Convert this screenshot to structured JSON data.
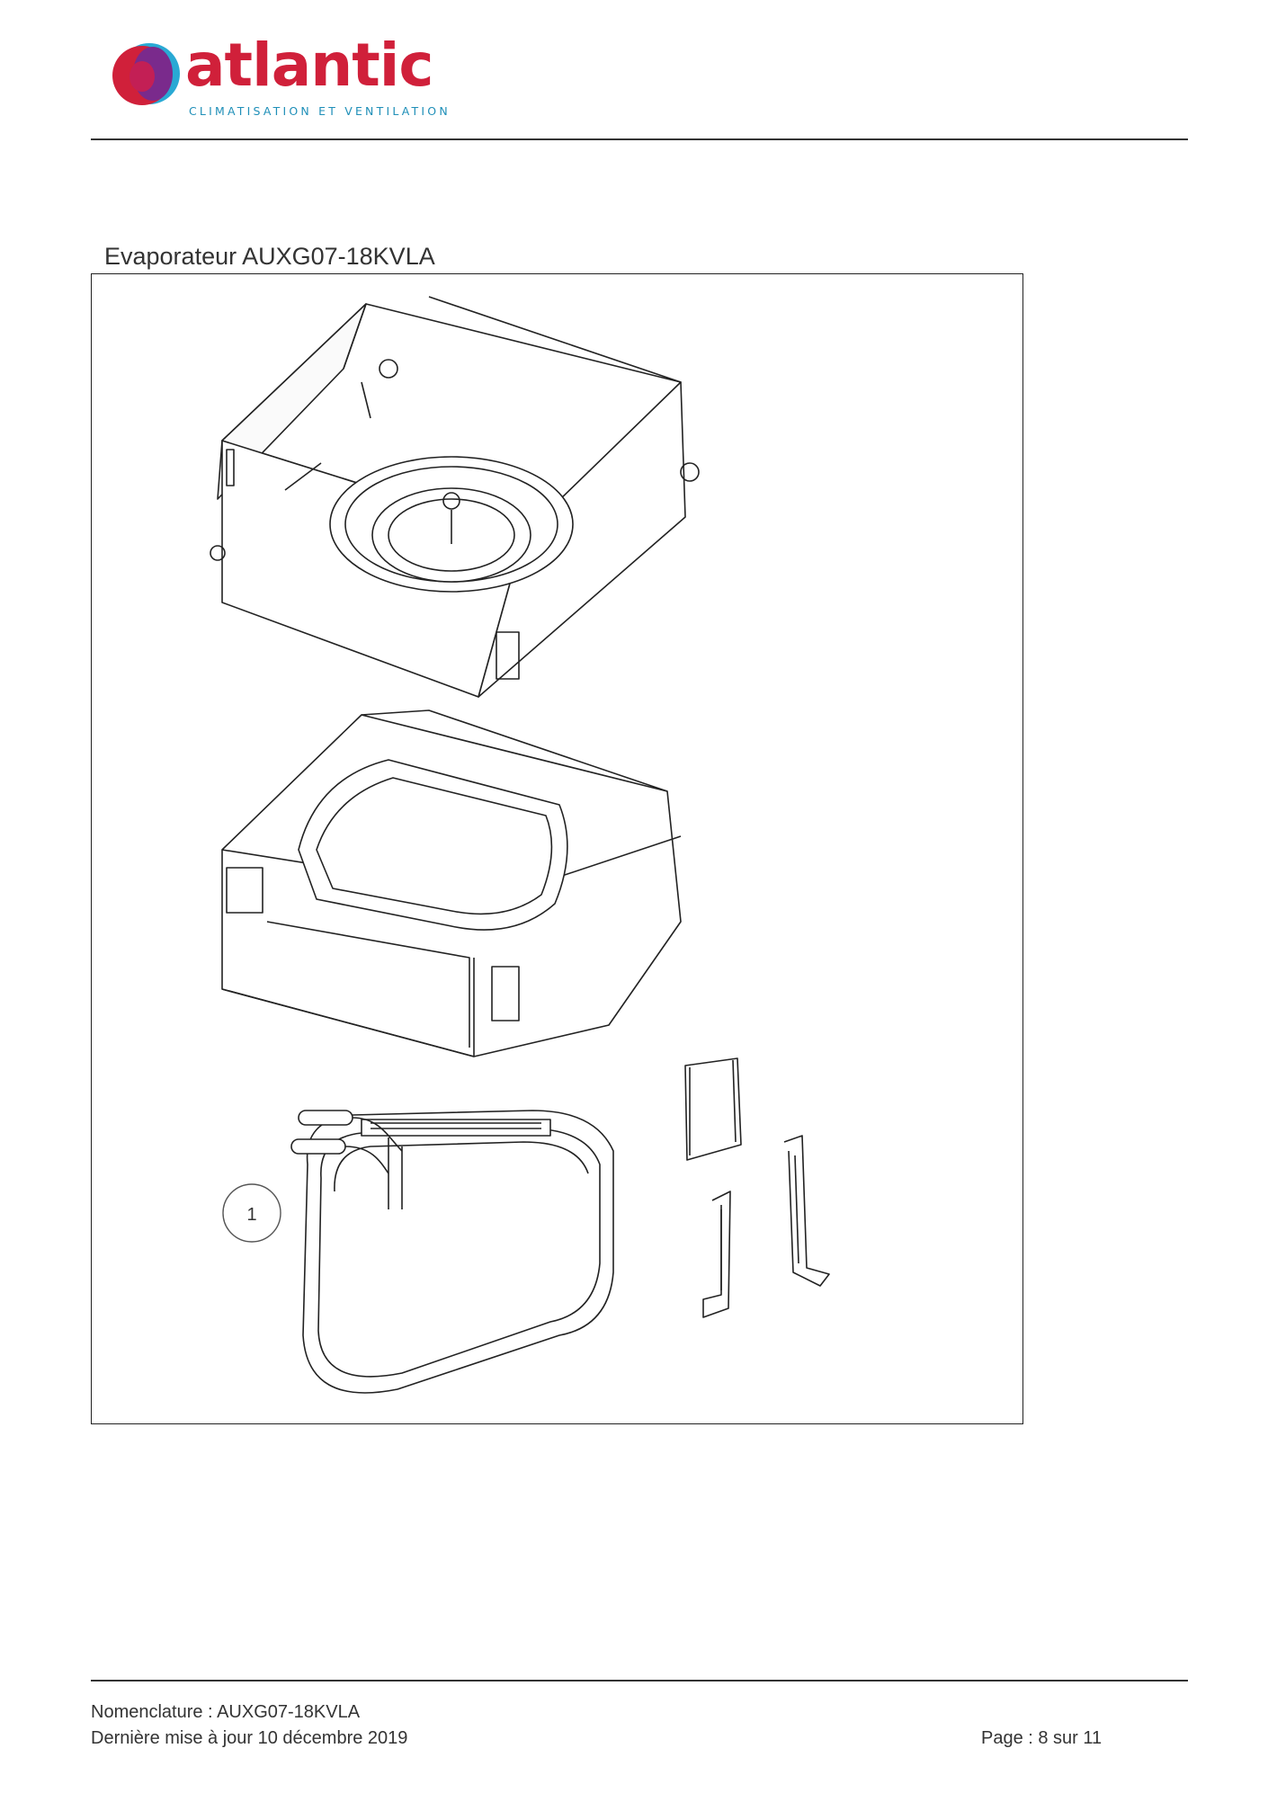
{
  "header": {
    "brand": "atlantic",
    "tagline": "CLIMATISATION ET VENTILATION",
    "brand_colors": {
      "red": "#d0203a",
      "blue": "#1f8fb8",
      "purple": "#7a2a8c"
    }
  },
  "section": {
    "title": "Evaporateur AUXG07-18KVLA"
  },
  "drawing": {
    "callouts": [
      {
        "label": "1",
        "part": "evaporator-coil"
      }
    ]
  },
  "footer": {
    "nomenclature": "Nomenclature : AUXG07-18KVLA",
    "last_update": "Dernière mise à jour 10 décembre 2019",
    "page": "Page : 8 sur 11"
  }
}
